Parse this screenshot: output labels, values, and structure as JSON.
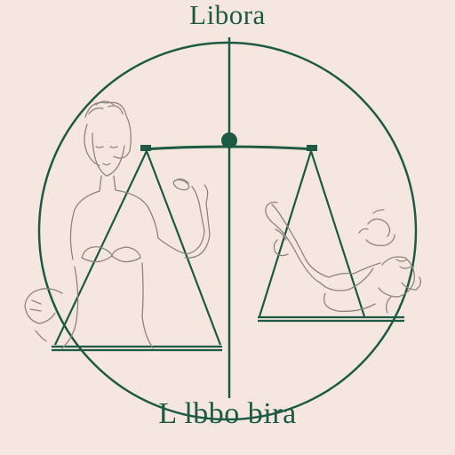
{
  "title_top": "Libora",
  "title_bottom": "L lbbo bira",
  "colors": {
    "background": "#f5e7df",
    "ink_green": "#1d5a43",
    "sketch": "#9a8f88"
  },
  "icons": [
    "libra-scale-icon",
    "woman-figure-illustration",
    "reclining-figure-illustration"
  ]
}
